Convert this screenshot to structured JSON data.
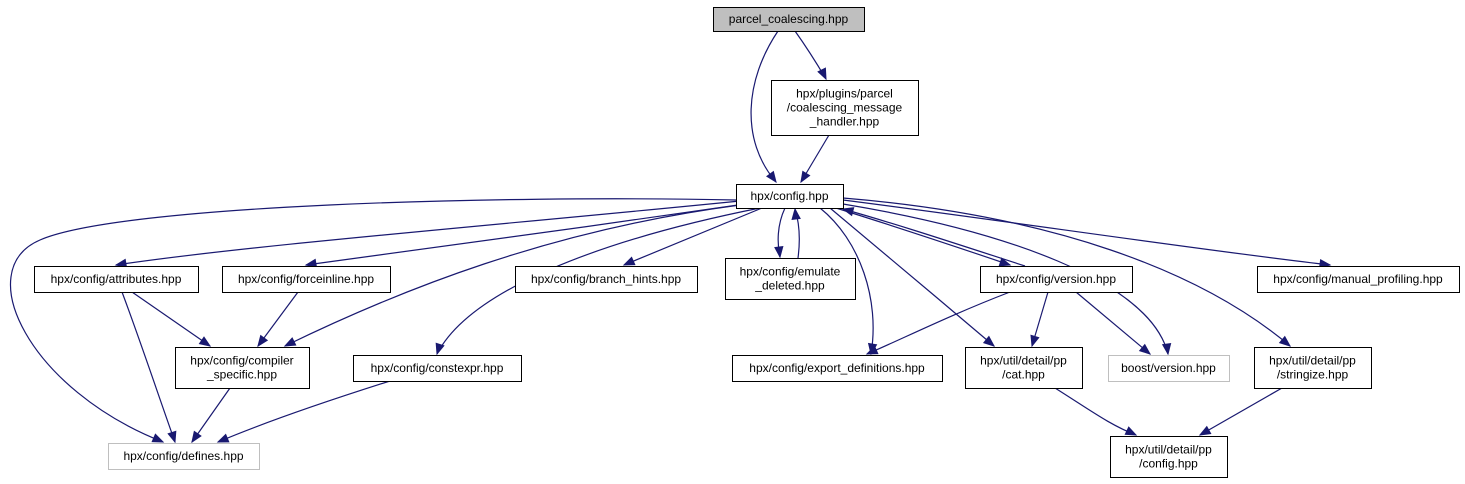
{
  "nodes": {
    "parcel_coalescing": {
      "lines": [
        "parcel_coalescing.hpp"
      ],
      "kind": "root"
    },
    "coalescing_handler": {
      "lines": [
        "hpx/plugins/parcel",
        "/coalescing_message",
        "_handler.hpp"
      ],
      "kind": "normal"
    },
    "config": {
      "lines": [
        "hpx/config.hpp"
      ],
      "kind": "normal"
    },
    "attributes": {
      "lines": [
        "hpx/config/attributes.hpp"
      ],
      "kind": "normal"
    },
    "forceinline": {
      "lines": [
        "hpx/config/forceinline.hpp"
      ],
      "kind": "normal"
    },
    "branch_hints": {
      "lines": [
        "hpx/config/branch_hints.hpp"
      ],
      "kind": "normal"
    },
    "emulate_deleted": {
      "lines": [
        "hpx/config/emulate",
        "_deleted.hpp"
      ],
      "kind": "normal"
    },
    "version": {
      "lines": [
        "hpx/config/version.hpp"
      ],
      "kind": "normal"
    },
    "manual_profiling": {
      "lines": [
        "hpx/config/manual_profiling.hpp"
      ],
      "kind": "normal"
    },
    "compiler_specific": {
      "lines": [
        "hpx/config/compiler",
        "_specific.hpp"
      ],
      "kind": "normal"
    },
    "constexpr": {
      "lines": [
        "hpx/config/constexpr.hpp"
      ],
      "kind": "normal"
    },
    "export_definitions": {
      "lines": [
        "hpx/config/export_definitions.hpp"
      ],
      "kind": "normal"
    },
    "pp_cat": {
      "lines": [
        "hpx/util/detail/pp",
        "/cat.hpp"
      ],
      "kind": "normal"
    },
    "boost_version": {
      "lines": [
        "boost/version.hpp"
      ],
      "kind": "external"
    },
    "pp_stringize": {
      "lines": [
        "hpx/util/detail/pp",
        "/stringize.hpp"
      ],
      "kind": "normal"
    },
    "defines": {
      "lines": [
        "hpx/config/defines.hpp"
      ],
      "kind": "external"
    },
    "pp_config": {
      "lines": [
        "hpx/util/detail/pp",
        "/config.hpp"
      ],
      "kind": "normal"
    }
  },
  "edges": [
    {
      "from": "parcel_coalescing",
      "to": "coalescing_handler"
    },
    {
      "from": "parcel_coalescing",
      "to": "config"
    },
    {
      "from": "coalescing_handler",
      "to": "config"
    },
    {
      "from": "config",
      "to": "attributes"
    },
    {
      "from": "config",
      "to": "forceinline"
    },
    {
      "from": "config",
      "to": "branch_hints"
    },
    {
      "from": "config",
      "to": "emulate_deleted"
    },
    {
      "from": "emulate_deleted",
      "to": "config"
    },
    {
      "from": "config",
      "to": "version"
    },
    {
      "from": "version",
      "to": "config"
    },
    {
      "from": "config",
      "to": "manual_profiling"
    },
    {
      "from": "config",
      "to": "compiler_specific"
    },
    {
      "from": "config",
      "to": "constexpr"
    },
    {
      "from": "config",
      "to": "export_definitions"
    },
    {
      "from": "config",
      "to": "pp_cat"
    },
    {
      "from": "config",
      "to": "boost_version"
    },
    {
      "from": "config",
      "to": "pp_stringize"
    },
    {
      "from": "config",
      "to": "defines"
    },
    {
      "from": "attributes",
      "to": "compiler_specific"
    },
    {
      "from": "attributes",
      "to": "defines"
    },
    {
      "from": "forceinline",
      "to": "compiler_specific"
    },
    {
      "from": "compiler_specific",
      "to": "defines"
    },
    {
      "from": "constexpr",
      "to": "defines"
    },
    {
      "from": "version",
      "to": "export_definitions"
    },
    {
      "from": "version",
      "to": "pp_cat"
    },
    {
      "from": "version",
      "to": "boost_version"
    },
    {
      "from": "pp_cat",
      "to": "pp_config"
    },
    {
      "from": "pp_stringize",
      "to": "pp_config"
    }
  ],
  "colors": {
    "edge": "#191970",
    "root_fill": "#bfbfbf",
    "node_border": "#000000",
    "external_border": "#bfbfbf"
  }
}
